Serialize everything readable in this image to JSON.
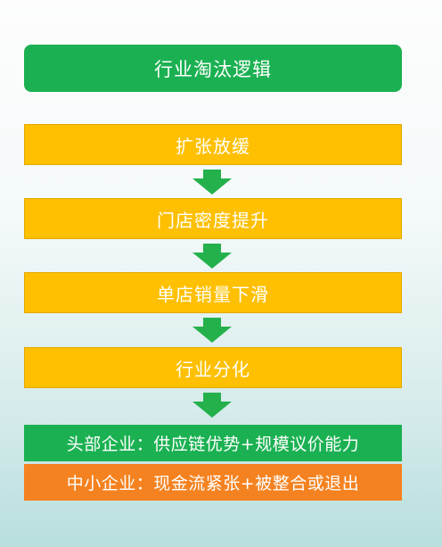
{
  "title": "行业淘汰逻辑",
  "steps": [
    {
      "label": "扩张放缓"
    },
    {
      "label": "门店密度提升"
    },
    {
      "label": "单店销量下滑"
    },
    {
      "label": "行业分化"
    }
  ],
  "outcomes": [
    {
      "label": "头部企业：供应链优势+规模议价能力"
    },
    {
      "label": "中小企业：现金流紧张+被整合或退出"
    }
  ],
  "colors": {
    "green": "#1bb152",
    "yellow": "#fec000",
    "orange": "#f58220",
    "arrow": "#24b14c"
  },
  "icons": [
    "arrow-down-icon"
  ]
}
